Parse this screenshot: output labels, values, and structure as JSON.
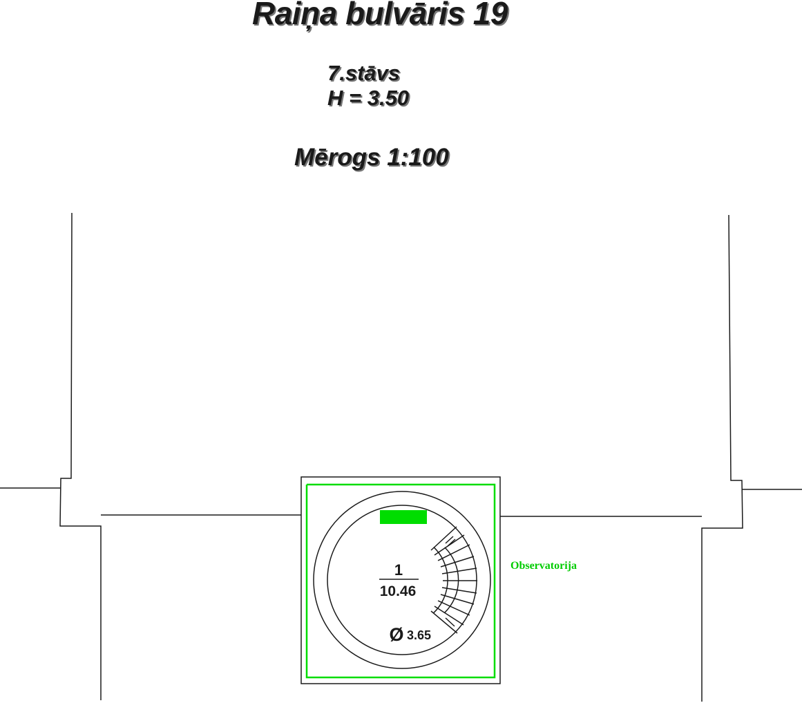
{
  "header": {
    "address": "Raiņa bulvāris 19",
    "floor": "7.stāvs",
    "height": "H = 3.50",
    "scale": "Mērogs 1:100"
  },
  "plan": {
    "room_name": "Observatorija",
    "stair_numerator": "1",
    "stair_denominator": "10.46",
    "diameter_symbol": "Ø",
    "diameter_value": "3.65",
    "colors": {
      "line": "#1a1a1a",
      "highlight": "#00dd00"
    }
  }
}
